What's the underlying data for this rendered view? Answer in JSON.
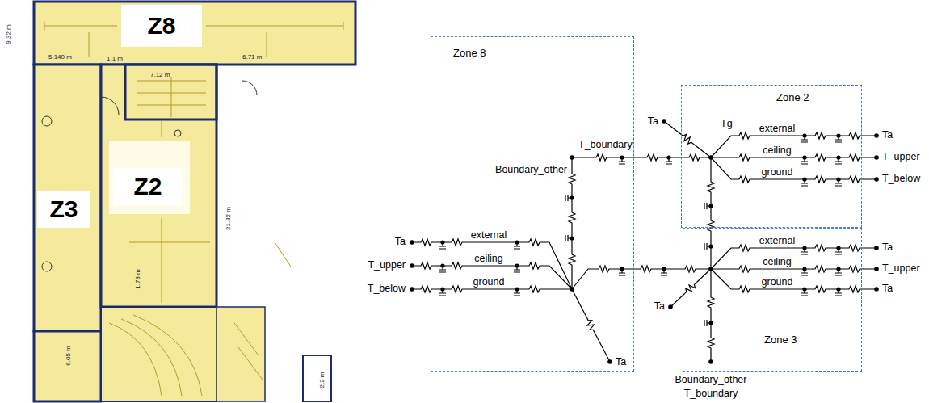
{
  "diagram": {
    "nodes": [
      {
        "text": [
          "Z8"
        ]
      },
      {
        "text": [
          "Z3"
        ]
      },
      {
        "text": [
          "Z2"
        ]
      },
      {
        "text": [
          "Zone 8"
        ]
      },
      {
        "text": [
          "Zone 2"
        ]
      },
      {
        "text": [
          "Zone 3"
        ]
      }
    ],
    "edges": [
      {
        "from": 3,
        "to": 4,
        "arrow": "none"
      },
      {
        "from": 3,
        "to": 5,
        "arrow": "none"
      }
    ],
    "labels": [
      "9.32 m",
      "5.140 m",
      "1.1 m",
      "6.71 m",
      "7.12 m",
      "21.32 m",
      "1.73 m",
      "6.05 m",
      "2.2 m",
      "Ta",
      "Tg",
      "T_boundary",
      "external",
      "Ta",
      "ceiling",
      "T_upper",
      "ground",
      "T_below",
      "Boundary_other",
      "external",
      "Ta",
      "external",
      "Ta",
      "ceiling",
      "T_upper",
      "ceiling",
      "T_upper",
      "ground",
      "T_below",
      "ground",
      "Ta",
      "Ta",
      "Ta",
      "Boundary_other",
      "T_boundary"
    ]
  }
}
